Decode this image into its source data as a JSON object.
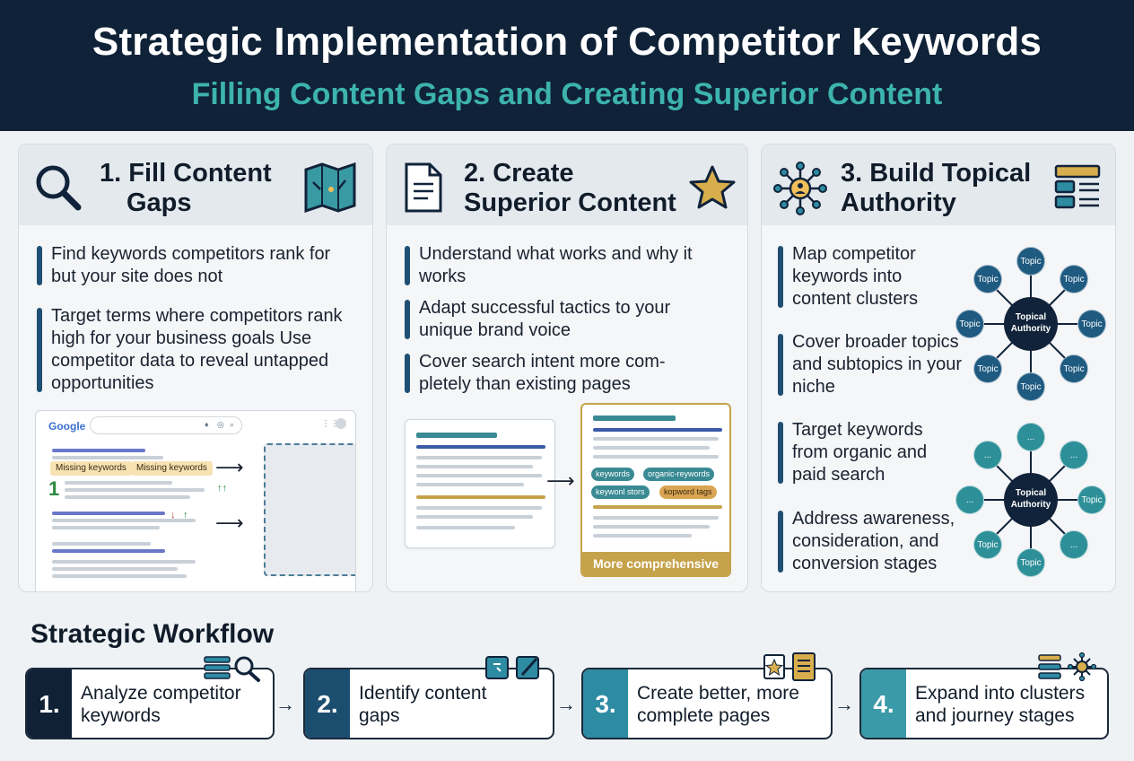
{
  "header": {
    "title": "Strategic Implementation of Competitor Keywords",
    "subtitle": "Filling Content Gaps and Creating Superior Content"
  },
  "panels": [
    {
      "title_line1": "1. Fill Content",
      "title_line2": "Gaps",
      "icon_left": "magnifier-icon",
      "icon_right": "map-icon",
      "bullets": [
        "Find keywords competitors rank for but your site does not",
        "Target terms where competitors rank high for your business goals Use competitor data to reveal untapped opportunities"
      ],
      "mock": {
        "logo": "Google",
        "tag1": "Missing keywords",
        "tag2": "Missing keywords",
        "rank": "1"
      }
    },
    {
      "title_line1": "2. Create",
      "title_line2": "Superior Content",
      "icon_left": "document-icon",
      "icon_right": "star-icon",
      "bullets": [
        "Understand what works and why it works",
        "Adapt successful tactics to your unique brand voice",
        "Cover search intent more com- pletely than existing pages"
      ],
      "mock": {
        "kw1": "keywords",
        "kw2": "organic-reywords",
        "kw3": "keywonl stors",
        "kw4": "kopword tags",
        "footer": "More comprehensive"
      }
    },
    {
      "title_line1": "3. Build Topical",
      "title_line2": "Authority",
      "icon_left": "network-icon",
      "icon_right": "layout-icon",
      "bullets": [
        "Map competitor keywords into content clusters",
        "Cover broader topics and subtopics in your niche",
        "Target keywords from organic and paid search",
        "Address awareness, consideration, and conversion stages"
      ],
      "hub1": {
        "center_line1": "Topical",
        "center_line2": "Authority",
        "nodes": [
          "Topic",
          "Topic",
          "Topic",
          "Topic",
          "Topic",
          "Topic",
          "Topic",
          "Topic"
        ]
      },
      "hub2": {
        "center_line1": "Topical",
        "center_line2": "Authority",
        "nodes": [
          "...",
          "...",
          "Topic",
          "...",
          "Topic",
          "Topic",
          "...",
          "..."
        ]
      }
    }
  ],
  "workflow": {
    "title": "Strategic Workflow",
    "steps": [
      {
        "num": "1.",
        "line1": "Analyze competitor",
        "line2": "keywords",
        "color": "#102136",
        "icon": "list-search-icon"
      },
      {
        "num": "2.",
        "line1": "Identify content",
        "line2": "gaps",
        "color": "#1b4d6f",
        "icon": "gap-edit-icon"
      },
      {
        "num": "3.",
        "line1": "Create better, more",
        "line2": "complete pages",
        "color": "#2d8ba2",
        "icon": "star-doc-icon"
      },
      {
        "num": "4.",
        "line1": "Expand into clusters",
        "line2": "and journey stages",
        "color": "#3b9aa8",
        "icon": "cluster-icon"
      }
    ]
  }
}
